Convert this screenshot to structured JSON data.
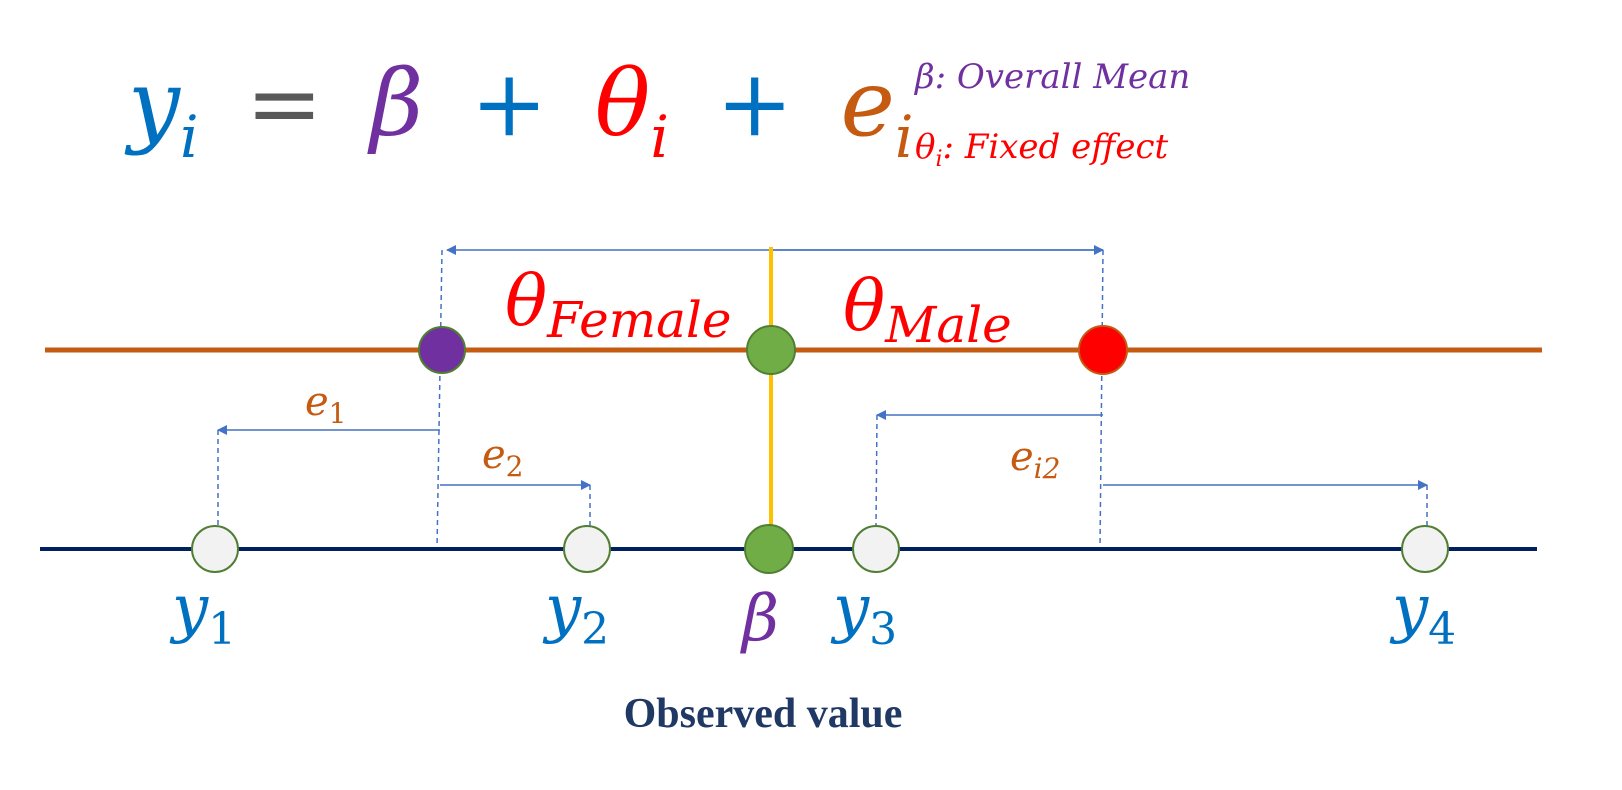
{
  "equation": {
    "y": "y",
    "y_sub": "i",
    "eq": "=",
    "beta": "β",
    "plus1": "+",
    "theta": "θ",
    "theta_sub": "i",
    "plus2": "+",
    "e": "e",
    "e_sub": "i"
  },
  "legend": {
    "beta_symbol": "β",
    "beta_text": ": Overall Mean",
    "theta_symbol": "θ",
    "theta_sub": "i",
    "theta_text": ": Fixed effect"
  },
  "labels": {
    "theta": "θ",
    "female": "Female",
    "male": "Male",
    "e": "e",
    "e1_sub": "1",
    "e2_sub": "2",
    "ei2_sub": "i2",
    "y": "y",
    "y1_sub": "1",
    "y2_sub": "2",
    "y3_sub": "3",
    "y4_sub": "4",
    "beta": "β",
    "observed": "Observed value"
  },
  "colors": {
    "blue": "#0070c0",
    "purple": "#7030a0",
    "red": "#ff0000",
    "orange": "#c55a11",
    "green": "#70ad47",
    "navy": "#002060",
    "yellow": "#ffc000",
    "arrow": "#4472c4"
  }
}
